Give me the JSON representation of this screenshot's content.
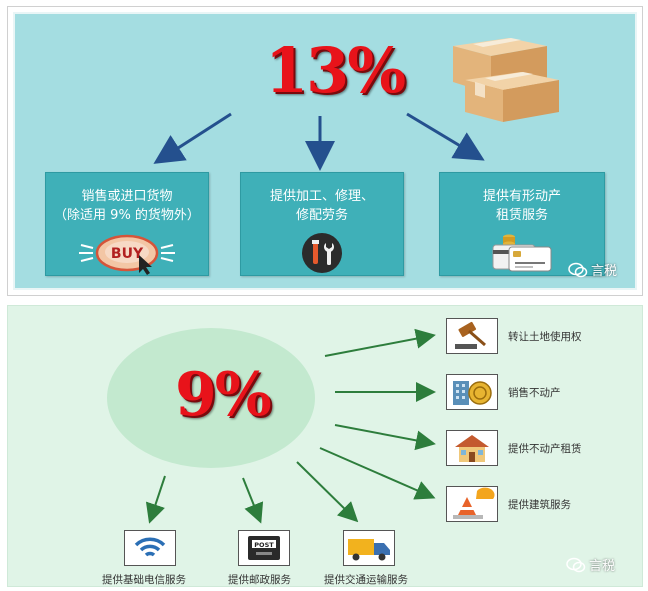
{
  "top": {
    "rate": "13%",
    "categories": [
      {
        "line1": "销售或进口货物",
        "line2": "（除适用 9% 的货物外）"
      },
      {
        "line1": "提供加工、修理、",
        "line2": "修配劳务"
      },
      {
        "line1": "提供有形动产",
        "line2": "租赁服务"
      }
    ],
    "buy_text": "BUY",
    "watermark": "言税"
  },
  "bottom": {
    "rate": "9%",
    "right_items": [
      "转让土地使用权",
      "销售不动产",
      "提供不动产租赁",
      "提供建筑服务"
    ],
    "bottom_items": [
      "提供基础电信服务",
      "提供邮政服务",
      "提供交通运输服务"
    ],
    "post_text": "POST",
    "watermark": "言税"
  },
  "colors": {
    "top_bg": "#a4dde1",
    "box": "#3fb0b8",
    "rate_red": "#e8131a",
    "bottom_bg": "#e0f4e7",
    "circle": "#c3e9cf",
    "arrow_blue": "#24508e",
    "arrow_green": "#2d7d3c"
  }
}
